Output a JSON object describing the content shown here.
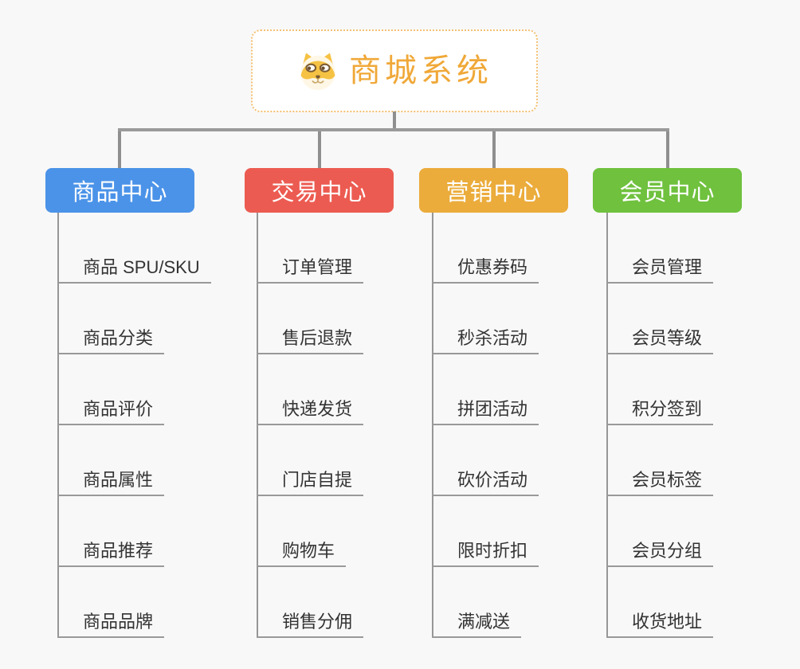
{
  "root": {
    "title": "商城系统",
    "icon": "dog-face-icon"
  },
  "branches": [
    {
      "id": "product-center",
      "label": "商品中心",
      "color": "#4b93e8",
      "items": [
        "商品 SPU/SKU",
        "商品分类",
        "商品评价",
        "商品属性",
        "商品推荐",
        "商品品牌"
      ]
    },
    {
      "id": "trade-center",
      "label": "交易中心",
      "color": "#ec5b51",
      "items": [
        "订单管理",
        "售后退款",
        "快递发货",
        "门店自提",
        "购物车",
        "销售分佣"
      ]
    },
    {
      "id": "marketing-center",
      "label": "营销中心",
      "color": "#ebac3c",
      "items": [
        "优惠券码",
        "秒杀活动",
        "拼团活动",
        "砍价活动",
        "限时折扣",
        "满减送"
      ]
    },
    {
      "id": "member-center",
      "label": "会员中心",
      "color": "#6fc13e",
      "items": [
        "会员管理",
        "会员等级",
        "积分签到",
        "会员标签",
        "会员分组",
        "收货地址"
      ]
    }
  ],
  "colors": {
    "background": "#f8f8f8",
    "root_title": "#f0a838",
    "root_border": "#f3c071",
    "connector": "#8f8f8f",
    "leaf_text": "#333333",
    "leaf_line": "#999999"
  }
}
